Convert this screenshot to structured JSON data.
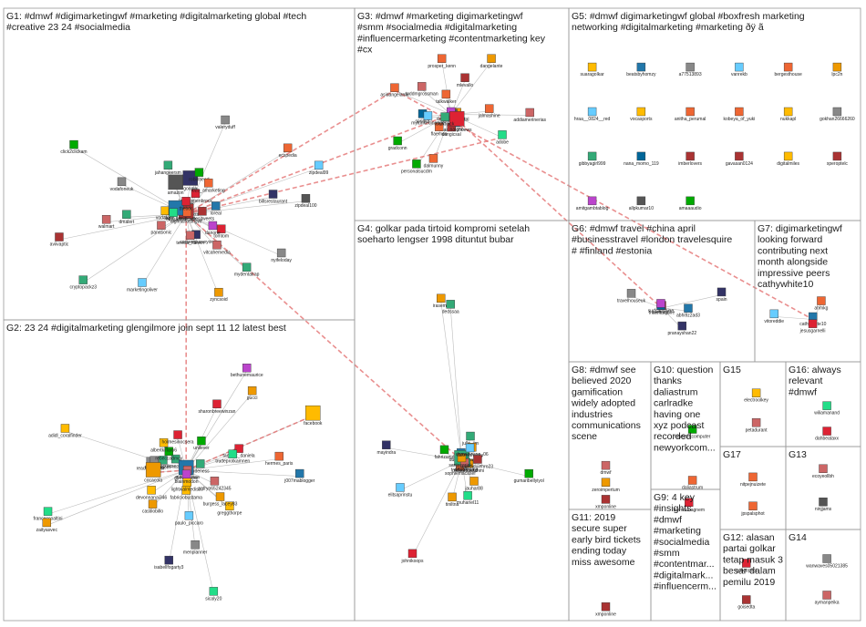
{
  "groups": [
    {
      "id": "G1",
      "label": [
        "G1: #dmwf #digimarketingwf #marketing #digitalmarketing global #tech",
        "#creative 23 24 #socialmedia"
      ]
    },
    {
      "id": "G2",
      "label": [
        "G2: 23 24 #digitalmarketing glengilmore join sept 11 12 latest best"
      ]
    },
    {
      "id": "G3",
      "label": [
        "G3: #dmwf #marketing digimarketingwf",
        "#smm #socialmedia #digitalmarketing",
        "#influencermarketing #contentmarketing key",
        "#cx"
      ]
    },
    {
      "id": "G4",
      "label": [
        "G4: golkar pada tirtoid kompromi setelah",
        "soeharto lengser 1998 dituntut bubar"
      ]
    },
    {
      "id": "G5",
      "label": [
        "G5: #dmwf digimarketingwf global #boxfresh marketing",
        "networking #digitalmarketing #marketing ðÿ ã"
      ]
    },
    {
      "id": "G6",
      "label": [
        "G6: #dmwf travel #china april",
        "#businesstravel #london travelesquire",
        "# #finland #estonia"
      ]
    },
    {
      "id": "G7",
      "label": [
        "G7: digimarketingwf",
        "looking forward",
        "contributing next",
        "month alongside",
        "impressive peers",
        "cathywhite10"
      ]
    },
    {
      "id": "G8",
      "label": [
        "G8: #dmwf see",
        "believed 2020",
        "gamification",
        "widely adopted",
        "industries",
        "communications",
        "scene"
      ]
    },
    {
      "id": "G9",
      "label": [
        "G9: 4 key",
        "#insights",
        "#dmwf",
        "#marketing",
        "#socialmedia",
        "#smm",
        "#contentmar...",
        "#digitalmark...",
        "#influencerm..."
      ]
    },
    {
      "id": "G10",
      "label": [
        "G10: question",
        "thanks",
        "daliastrum",
        "carlradke",
        "having one",
        "xyz podcast",
        "recorded",
        "newyorkcom..."
      ]
    },
    {
      "id": "G11",
      "label": [
        "G11: 2019",
        "secure super",
        "early bird tickets",
        "ending today",
        "miss awesome"
      ]
    },
    {
      "id": "G12",
      "label": [
        "G12: alasan",
        "partai golkar",
        "tetap masuk 3",
        "besar dalam",
        "pemilu 2019"
      ]
    },
    {
      "id": "G13",
      "label": [
        "G13"
      ]
    },
    {
      "id": "G14",
      "label": [
        "G14"
      ]
    },
    {
      "id": "G15",
      "label": [
        "G15"
      ]
    },
    {
      "id": "G16",
      "label": [
        "G16: always",
        "relevant",
        "#dmwf"
      ]
    },
    {
      "id": "G17",
      "label": [
        "G17"
      ]
    }
  ],
  "nodes": {
    "G1": [
      "edesitweets",
      "tomtom",
      "nyifeloday",
      "danone",
      "mydentalrap",
      "vitcahemedia",
      "zyncsoid",
      "contentpurveyor",
      "teresa_fdeom",
      "rachcross",
      "marketingoliver",
      "lampkepenbrock",
      "cryptopackz3",
      "panasonic",
      "aviivaptic",
      "digimarketingwf",
      "walmart",
      "dmalert",
      "vodafone",
      "lego_group",
      "vodafoneuk",
      "click2clickam",
      "stuartabr",
      "jahangeersm",
      "amazon",
      "thebdc",
      "valeryduff",
      "google",
      "robinhead",
      "b2b_amarketing",
      "ecspedia",
      "zipdeal99",
      "loreal",
      "billsrestaurant",
      "elizzan",
      "zipdeal100"
    ],
    "G2": [
      "j007mablogger",
      "viacom",
      "tacrosseoooeio1",
      "greggthorpe",
      "burgess_lacey83",
      "sicaly20",
      "fabriciobustama",
      "paulo_piccaro",
      "menplanner",
      "isabellfogarty3",
      "unilever",
      "devonnanai346",
      "castilobillo",
      "francescoaltini",
      "zaityasvec",
      "judeness",
      "reactionpower",
      "glengilmore",
      "adidl_coralfinder",
      "telefonica",
      "patryo65242345",
      "rebeccadmcy",
      "albertkiffaro6",
      "holmesinocsera",
      "mitconavisa",
      "lightwalmedisco",
      "blainmodon",
      "sharonbreewinzan",
      "bethunemaurice",
      "gucci",
      "facebook",
      "tachfox_daniela",
      "hermes_paris",
      "trudeprotkamnen",
      "cocacola"
    ],
    "G3": [
      "reflectdigital",
      "adobe",
      "nicky8adon",
      "marketechnews",
      "dangicsal",
      "dalmunny",
      "flaemon",
      "personalsucdm",
      "gradconn",
      "sprinklr",
      "myttinkedinpage",
      "danonmedium",
      "asidangelante",
      "toddmgrossman",
      "natgeo",
      "talkwalker",
      "prosper_kenn",
      "mlevallo",
      "dangelante",
      "clicktrack",
      "jalmashine",
      "addiamerinerias"
    ],
    "G4": [
      "gumaribellyiyol",
      "mhmmadfahmi",
      "jauhar88",
      "muhariel11",
      "dudakiarma",
      "sophiemacasef",
      "jullo_jim",
      "johnikoops",
      "elitsaprinstu",
      "tirtoid",
      "mayindra",
      "fahrizanul",
      "awwalmunir",
      "felidajassicus",
      "irasemn",
      "dedssaa",
      "tiniltna",
      "santosoriek_",
      "damanwana_06",
      "dannychucky",
      "dewaduiehro23"
    ],
    "G5": [
      "suaragolkar",
      "beatsbyhomzy",
      "a77513893",
      "vanrekb",
      "bergesthouse",
      "lpc2n",
      "hraa__0824__red",
      "vocasports",
      "anitha_perumal",
      "kobeya_of_yuki",
      "nukkapl",
      "gokhan26666260",
      "gibbyagirl999",
      "nana_momo_119",
      "imberlovers",
      "gavasan0124",
      "digitalmiles",
      "xperoptelc",
      "amitgambtablog",
      "allpkumar10",
      "amaaaudio"
    ],
    "G6": [
      "abhi9z2ad3",
      "pranayshan22",
      "travelesquire",
      "centuryfi",
      "travelhouseuk",
      "surfsunshine",
      "spain"
    ],
    "G7": [
      "cathywhite10",
      "jesusgarnelli",
      "vitoreddie",
      "ahmkg"
    ],
    "G8": [
      "dmwf",
      "zeroimpertum",
      "xmponline"
    ],
    "G9": [
      "inemoaoagnem"
    ],
    "G10": [
      "newyorkcomputer",
      "daliastrum"
    ],
    "G11": [
      "xmponline"
    ],
    "G12": [
      "golkarpilot",
      "goisedta"
    ],
    "G13": [
      "ecoyeollbh",
      "ninjjams"
    ],
    "G14": [
      "wanwaves05021385",
      "aymanpeika"
    ],
    "G15": [
      "electroolkey",
      "petadurant"
    ],
    "G16": [
      "wiliamanand",
      "dahbeataxx"
    ],
    "G17": [
      "nitpejnuizete",
      "jpspalsphot"
    ]
  }
}
